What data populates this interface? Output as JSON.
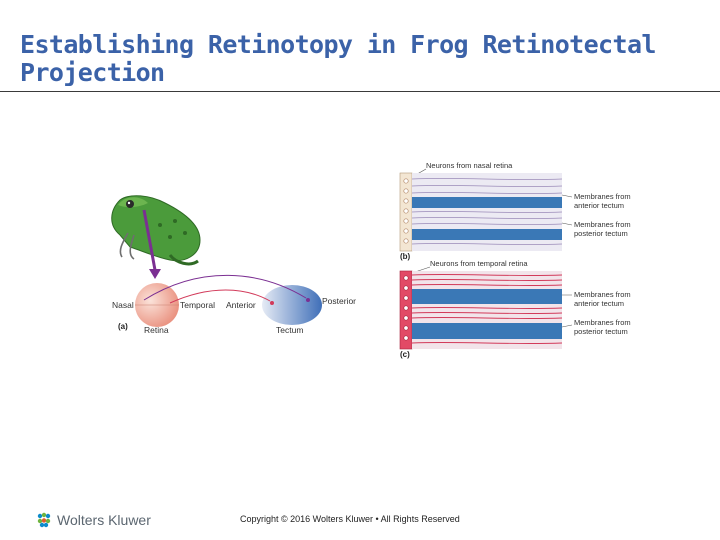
{
  "slide": {
    "title": "Establishing Retinotopy in Frog Retinotectal Projection",
    "copyright": "Copyright © 2016 Wolters Kluwer • All Rights Reserved",
    "logo_text": "Wolters Kluwer"
  },
  "figure": {
    "panel_a": {
      "label": "(a)",
      "nasal": "Nasal",
      "temporal": "Temporal",
      "anterior": "Anterior",
      "posterior": "Posterior",
      "retina": "Retina",
      "tectum": "Tectum"
    },
    "panel_b": {
      "label": "(b)",
      "neurons": "Neurons from nasal retina",
      "membranes_anterior": [
        "Membranes from",
        "anterior tectum"
      ],
      "membranes_posterior": [
        "Membranes from",
        "posterior tectum"
      ]
    },
    "panel_c": {
      "label": "(c)",
      "neurons": "Neurons from temporal retina",
      "membranes_anterior": [
        "Membranes from",
        "anterior tectum"
      ],
      "membranes_posterior": [
        "Membranes from",
        "posterior tectum"
      ]
    }
  },
  "colors": {
    "title": "#3b62a8",
    "stripe_blue": "#3a78b6",
    "axon_purple": "#9a8ab8",
    "axon_red": "#d23a5a",
    "frog_green": "#4b9b3b"
  }
}
